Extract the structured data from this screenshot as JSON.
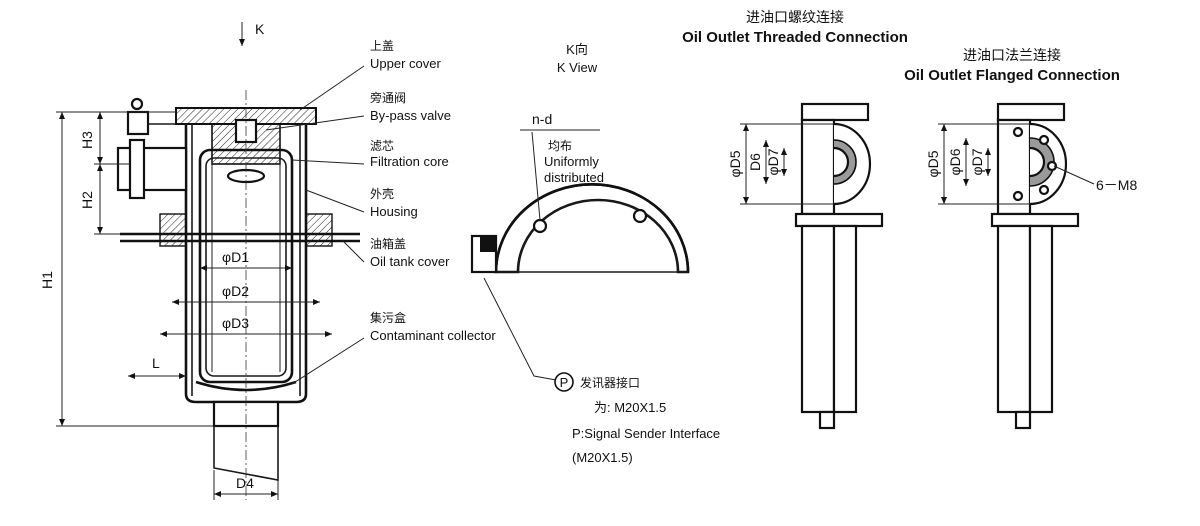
{
  "view_marker": {
    "arrow": "↓",
    "letter": "K"
  },
  "k_view": {
    "cn": "K向",
    "en": "K View",
    "n_d": "n-d",
    "uniform_cn": "均布",
    "uniform_en_1": "Uniformly",
    "uniform_en_2": "distributed"
  },
  "labels": {
    "upper_cover": {
      "cn": "上盖",
      "en": "Upper cover"
    },
    "bypass_valve": {
      "cn": "旁通阀",
      "en": "By-pass valve"
    },
    "filtration_core": {
      "cn": "滤芯",
      "en": "Filtration core"
    },
    "housing": {
      "cn": "外壳",
      "en": "Housing"
    },
    "oil_tank_cover": {
      "cn": "油箱盖",
      "en": "Oil tank cover"
    },
    "contaminant_collector": {
      "cn": "集污盒",
      "en": "Contaminant collector"
    }
  },
  "signal": {
    "symbol": "P",
    "cn": "发讯器接口",
    "cn_spec": "为: M20X1.5",
    "en": "P:Signal Sender Interface",
    "en_spec": "(M20X1.5)"
  },
  "threaded": {
    "cn": "进油口螺纹连接",
    "en": "Oil Outlet Threaded Connection"
  },
  "flanged": {
    "cn": "进油口法兰连接",
    "en": "Oil Outlet Flanged Connection",
    "holes": "6－M8"
  },
  "dims": {
    "K": "K",
    "H1": "H1",
    "H2": "H2",
    "H3": "H3",
    "L": "L",
    "D1": "φD1",
    "D2": "φD2",
    "D3": "φD3",
    "D4": "D4",
    "D5": "φD5",
    "D6": "φD6",
    "D7": "φD7",
    "D6_plain": "D6"
  }
}
